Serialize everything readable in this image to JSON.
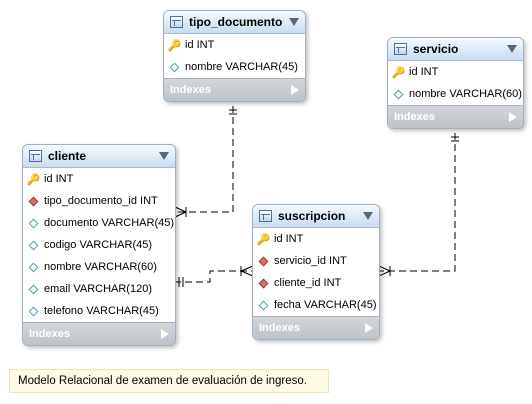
{
  "tables": {
    "tipo_documento": {
      "title": "tipo_documento",
      "indexes": "Indexes",
      "columns": [
        {
          "text": "id INT",
          "icon": "primary-key-icon"
        },
        {
          "text": "nombre VARCHAR(45)",
          "icon": "column-icon"
        }
      ]
    },
    "servicio": {
      "title": "servicio",
      "indexes": "Indexes",
      "columns": [
        {
          "text": "id INT",
          "icon": "primary-key-icon"
        },
        {
          "text": "nombre VARCHAR(60)",
          "icon": "column-icon"
        }
      ]
    },
    "cliente": {
      "title": "cliente",
      "indexes": "Indexes",
      "columns": [
        {
          "text": "id INT",
          "icon": "primary-key-icon"
        },
        {
          "text": "tipo_documento_id INT",
          "icon": "foreign-key-icon"
        },
        {
          "text": "documento VARCHAR(45)",
          "icon": "column-icon"
        },
        {
          "text": "codigo VARCHAR(45)",
          "icon": "column-icon"
        },
        {
          "text": "nombre VARCHAR(60)",
          "icon": "column-icon"
        },
        {
          "text": "email VARCHAR(120)",
          "icon": "column-icon"
        },
        {
          "text": "telefono VARCHAR(45)",
          "icon": "column-icon"
        }
      ]
    },
    "suscripcion": {
      "title": "suscripcion",
      "indexes": "Indexes",
      "columns": [
        {
          "text": "id INT",
          "icon": "primary-key-icon"
        },
        {
          "text": "servicio_id INT",
          "icon": "foreign-key-icon"
        },
        {
          "text": "cliente_id INT",
          "icon": "foreign-key-icon"
        },
        {
          "text": "fecha VARCHAR(45)",
          "icon": "column-icon"
        }
      ]
    }
  },
  "note": "Modelo Relacional de examen de evaluación de ingreso.",
  "colors": {
    "header": "#c9dcef",
    "indexes": "#c4c9ce",
    "foreign_key": "#d86d6d",
    "column": "#52a1b4",
    "primary_key": "#e0b400",
    "line": "#000000"
  }
}
